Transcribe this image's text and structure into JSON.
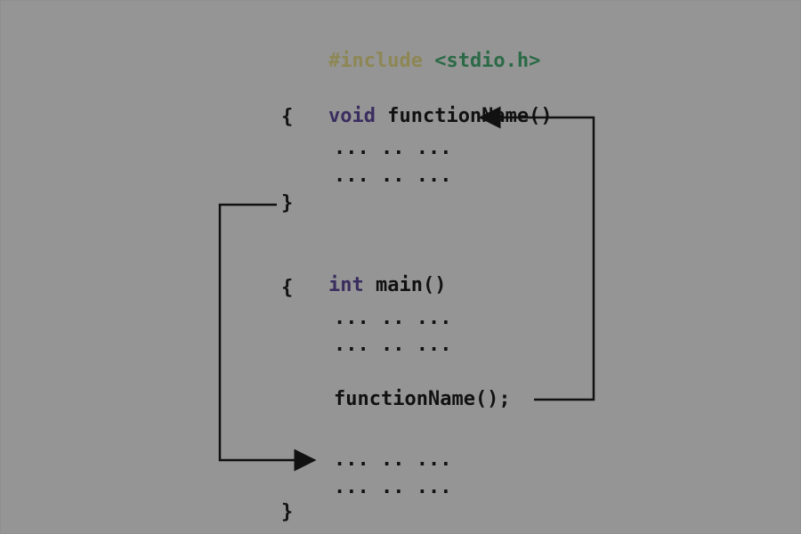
{
  "diagram": {
    "lines": {
      "include_directive": "#include",
      "include_header": "<stdio.h>",
      "void_keyword": "void",
      "function_signature": "functionName()",
      "open_brace_1": "{",
      "dots_1": "... .. ...",
      "dots_2": "... .. ...",
      "close_brace_1": "}",
      "int_keyword": "int",
      "main_signature": "main()",
      "open_brace_2": "{",
      "dots_3": "... .. ...",
      "dots_4": "... .. ...",
      "function_call": "functionName();",
      "dots_5": "... .. ...",
      "dots_6": "... .. ...",
      "close_brace_2": "}"
    },
    "colors": {
      "background": "#959595",
      "arrow": "#111111",
      "preprocessor": "#8d8754",
      "header": "#2b6a46",
      "keyword": "#3a2d5f",
      "code": "#111111"
    }
  }
}
